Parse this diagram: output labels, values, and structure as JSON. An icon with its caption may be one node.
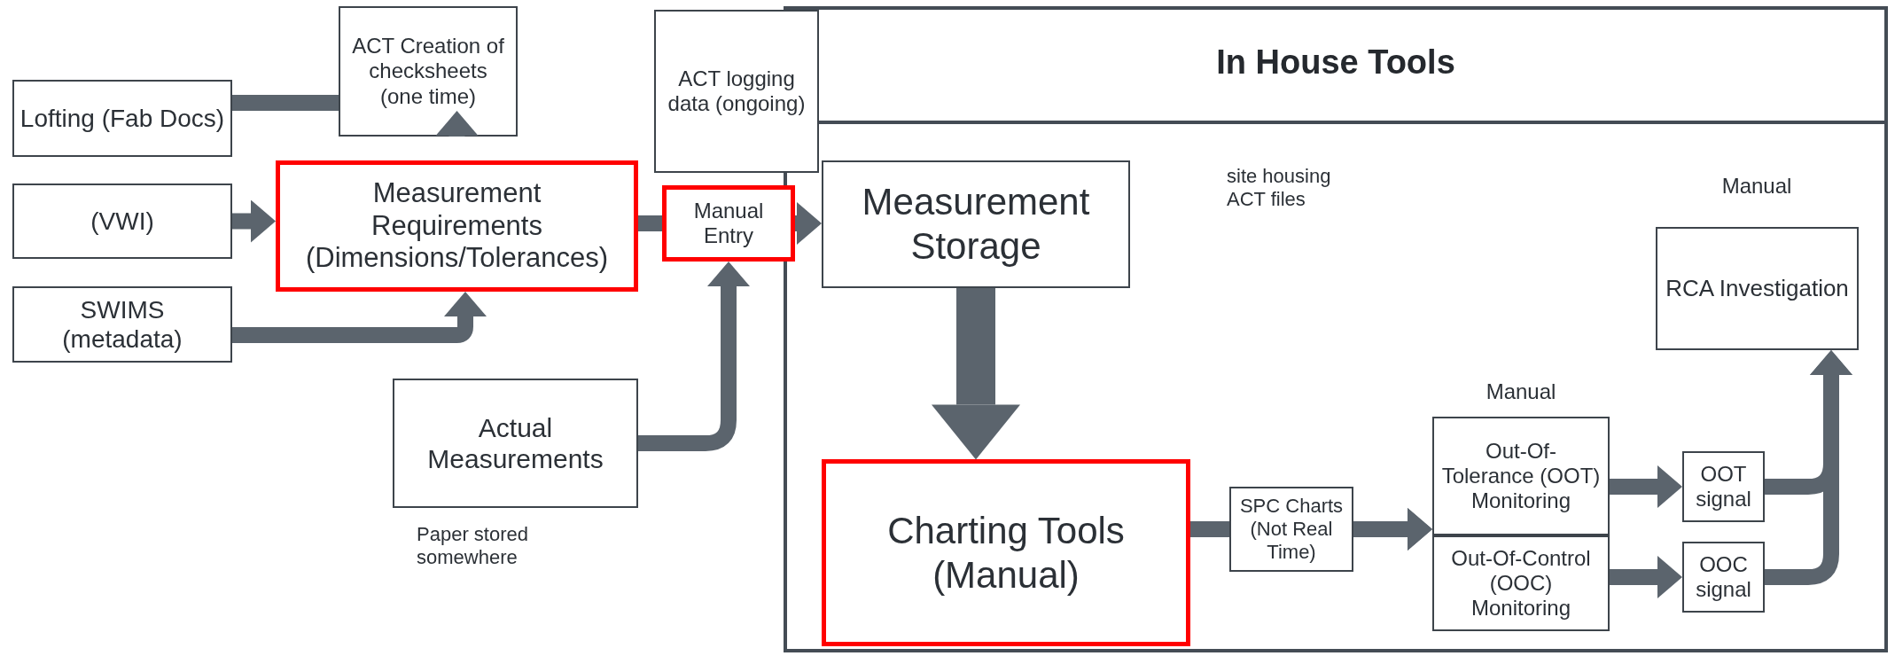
{
  "diagram": {
    "nodes": [
      {
        "text": [
          "Lofting (Fab Docs)"
        ]
      },
      {
        "text": [
          "ACT Creation of checksheets (one time)"
        ]
      },
      {
        "text": [
          "(VWI)"
        ]
      },
      {
        "text": [
          "Measurement Requirements (Dimensions/Tolerances)"
        ]
      },
      {
        "text": [
          "SWIMS (metadata)"
        ]
      },
      {
        "text": [
          "ACT logging data (ongoing)"
        ]
      },
      {
        "text": [
          "Manual Entry"
        ]
      },
      {
        "text": [
          "Actual Measurements"
        ],
        "beside": [
          "Paper stored somewhere"
        ]
      },
      {
        "text": [
          "In House Tools"
        ]
      },
      {
        "text": [
          "Measurement Storage"
        ],
        "in": 8
      },
      {
        "text": [
          "RCA Investigation"
        ],
        "in": 8,
        "beside": [
          "Manual"
        ]
      },
      {
        "text": [
          "Charting Tools (Manual)"
        ],
        "in": 8
      },
      {
        "text": [
          "SPC Charts (Not Real Time)"
        ],
        "in": 8
      },
      {
        "text": [
          "Out-Of-Tolerance (OOT) Monitoring"
        ],
        "in": 8,
        "beside": [
          "Manual"
        ]
      },
      {
        "text": [
          "Out-Of-Control (OOC) Monitoring"
        ],
        "in": 8
      },
      {
        "text": [
          "OOT signal"
        ],
        "in": 8
      },
      {
        "text": [
          "OOC signal"
        ],
        "in": 8
      }
    ],
    "edges": [
      {
        "from": 0,
        "to": 1,
        "arrow": "none"
      },
      {
        "from": 1,
        "to": 3,
        "arrow": "to"
      },
      {
        "from": 2,
        "to": 3,
        "arrow": "to"
      },
      {
        "from": 4,
        "to": 3,
        "arrow": "to"
      },
      {
        "from": 3,
        "to": 6,
        "arrow": "none"
      },
      {
        "from": 6,
        "to": 9,
        "arrow": "to"
      },
      {
        "from": 7,
        "to": 6,
        "arrow": "to"
      },
      {
        "from": 9,
        "to": 11,
        "arrow": "to",
        "style": "thick"
      },
      {
        "from": 11,
        "to": 12,
        "arrow": "none"
      },
      {
        "from": 12,
        "to": 13,
        "arrow": "to"
      },
      {
        "from": 12,
        "to": 14,
        "arrow": "to"
      },
      {
        "from": 13,
        "to": 15,
        "arrow": "to"
      },
      {
        "from": 14,
        "to": 16,
        "arrow": "to"
      },
      {
        "from": 15,
        "to": 10,
        "arrow": "to"
      },
      {
        "from": 16,
        "to": 10,
        "arrow": "to"
      }
    ],
    "labels": [
      "site housing ACT files"
    ]
  }
}
